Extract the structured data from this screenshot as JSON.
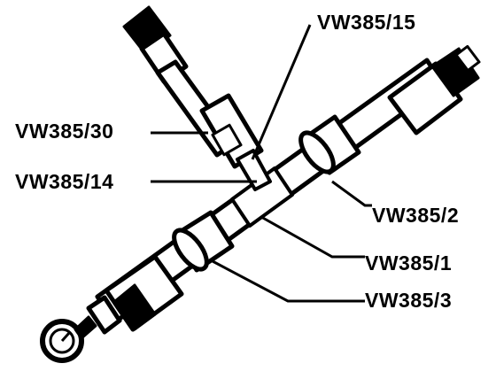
{
  "labels": {
    "top": "VW385/15",
    "left_upper": "VW385/30",
    "left_lower": "VW385/14",
    "right_1": "VW385/2",
    "right_2": "VW385/1",
    "right_3": "VW385/3"
  }
}
